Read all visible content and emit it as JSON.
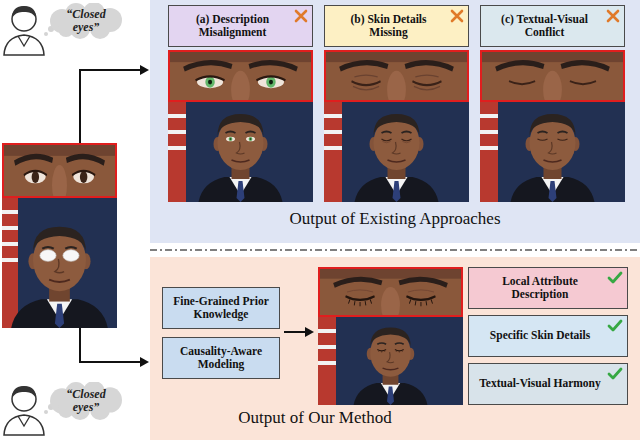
{
  "diagram": {
    "nodes": [
      {
        "text": [
          "“Closed eyes”"
        ]
      },
      {
        "text": [
          "Output of Existing Approaches"
        ]
      },
      {
        "text": [
          "(a) Description Misalignment"
        ],
        "in": 1
      },
      {
        "text": [
          "(b) Skin Details Missing"
        ],
        "in": 1
      },
      {
        "text": [
          "(c) Textual-Visual Conflict"
        ],
        "in": 1
      },
      {
        "text": [
          "Output of Our Method"
        ]
      },
      {
        "text": [
          "Fine-Grained Prior Knowledge"
        ],
        "in": 5
      },
      {
        "text": [
          "Causality-Aware Modeling"
        ],
        "in": 5
      },
      {
        "text": [
          "Local Attribute Description"
        ],
        "in": 5
      },
      {
        "text": [
          "Specific Skin Details"
        ],
        "in": 5
      },
      {
        "text": [
          "Textual-Visual Harmony"
        ],
        "in": 5
      },
      {
        "text": [
          "“Closed eyes”"
        ]
      }
    ]
  }
}
